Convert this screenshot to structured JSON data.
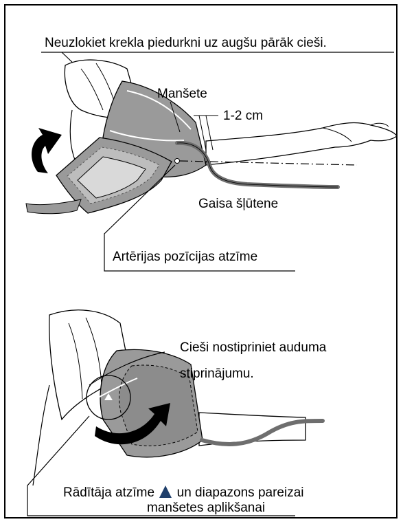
{
  "labels": {
    "sleeve_instruction": "Neuzlokiet krekla piedurkni uz augšu pārāk cieši.",
    "cuff": "Manšete",
    "distance": "1-2 cm",
    "air_tube": "Gaisa šļūtene",
    "artery_mark": "Artērijas pozīcijas atzīme",
    "fasten_line1": "Cieši nostipriniet auduma",
    "fasten_line2": "stiprinājumu.",
    "index_mark_before": "Rādītāja atzīme",
    "index_mark_after": "un diapazons pareizai",
    "index_mark_line2": "manšetes aplikšanai"
  },
  "colors": {
    "cuff_gray": "#9a9a9a",
    "cuff_dark": "#7a7a7a",
    "arrow": "#000000",
    "index_triangle": "#1f3f6b"
  }
}
